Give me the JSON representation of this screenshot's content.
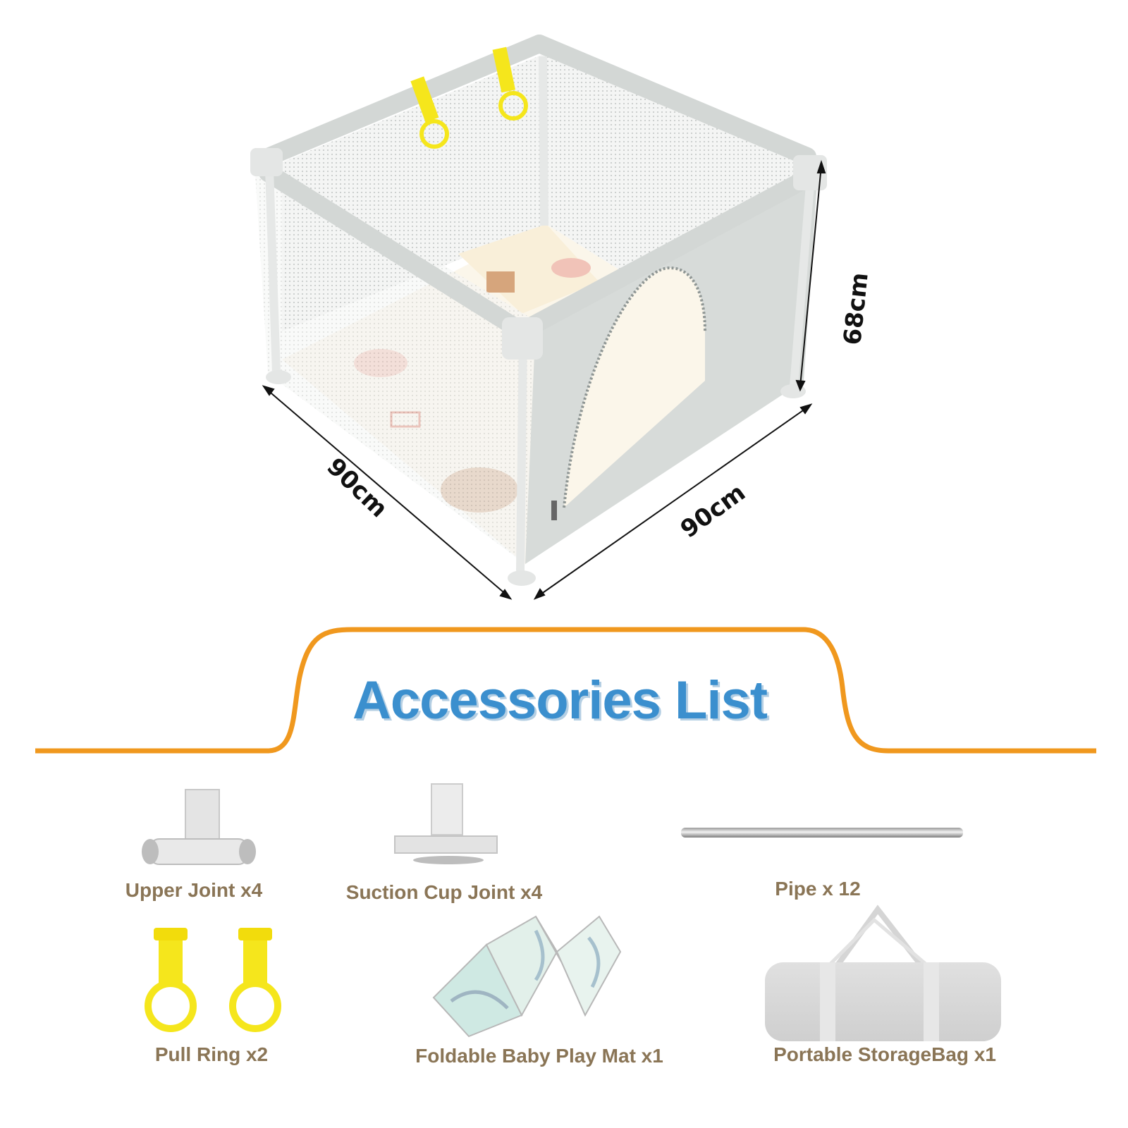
{
  "dimensions": {
    "height": "68cm",
    "depth": "90cm",
    "width": "90cm"
  },
  "section_title": "Accessories List",
  "accessories": [
    {
      "label": "Upper Joint x4"
    },
    {
      "label": "Suction Cup Joint x4"
    },
    {
      "label": "Pipe x  12"
    },
    {
      "label": "Pull Ring x2"
    },
    {
      "label": "Foldable Baby Play Mat x1"
    },
    {
      "label": "Portable StorageBag x1"
    }
  ],
  "colors": {
    "accent_orange": "#f0981e",
    "title_blue": "#3b8fce",
    "caption_brown": "#8a7556",
    "ring_yellow": "#f5e61c",
    "frame_grey": "#d6dad8"
  }
}
